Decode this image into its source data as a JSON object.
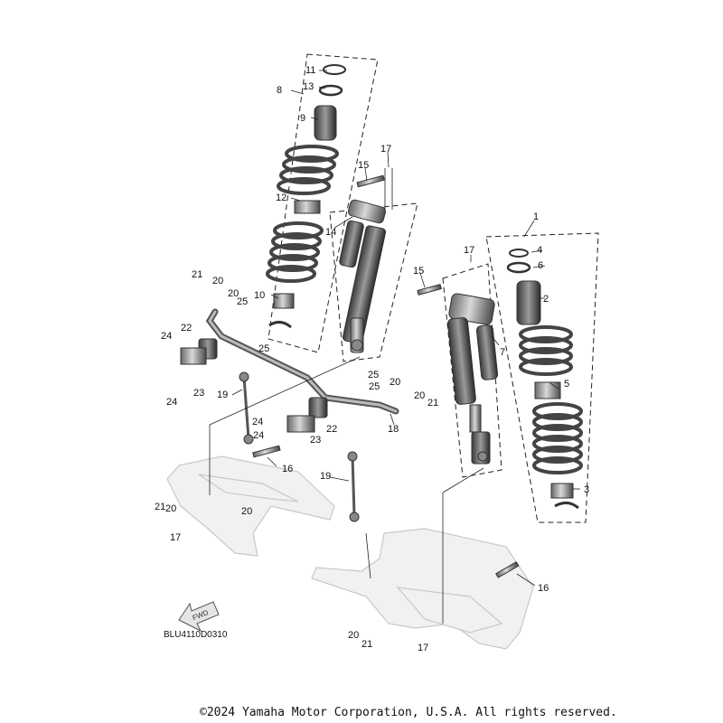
{
  "diagram": {
    "code": "BLU4110D0310",
    "copyright": "©2024 Yamaha Motor Corporation, U.S.A. All rights reserved.",
    "fwd_label": "FWD",
    "callouts": {
      "c1": "1",
      "c2": "2",
      "c3": "3",
      "c4": "4",
      "c5": "5",
      "c6": "6",
      "c7": "7",
      "c8": "8",
      "c9": "9",
      "c10": "10",
      "c11": "11",
      "c12": "12",
      "c13": "13",
      "c14": "14",
      "c15a": "15",
      "c15b": "15",
      "c16a": "16",
      "c16b": "16",
      "c17a": "17",
      "c17b": "17",
      "c17c": "17",
      "c17d": "17",
      "c18": "18",
      "c19a": "19",
      "c19b": "19",
      "c20a": "20",
      "c20b": "20",
      "c20c": "20",
      "c20d": "20",
      "c20e": "20",
      "c20f": "20",
      "c20g": "20",
      "c21a": "21",
      "c21b": "21",
      "c21c": "21",
      "c21d": "21",
      "c22a": "22",
      "c22b": "22",
      "c23a": "23",
      "c23b": "23",
      "c24a": "24",
      "c24b": "24",
      "c24c": "24",
      "c24d": "24",
      "c25a": "25",
      "c25b": "25",
      "c25c": "25",
      "c25d": "25"
    }
  }
}
